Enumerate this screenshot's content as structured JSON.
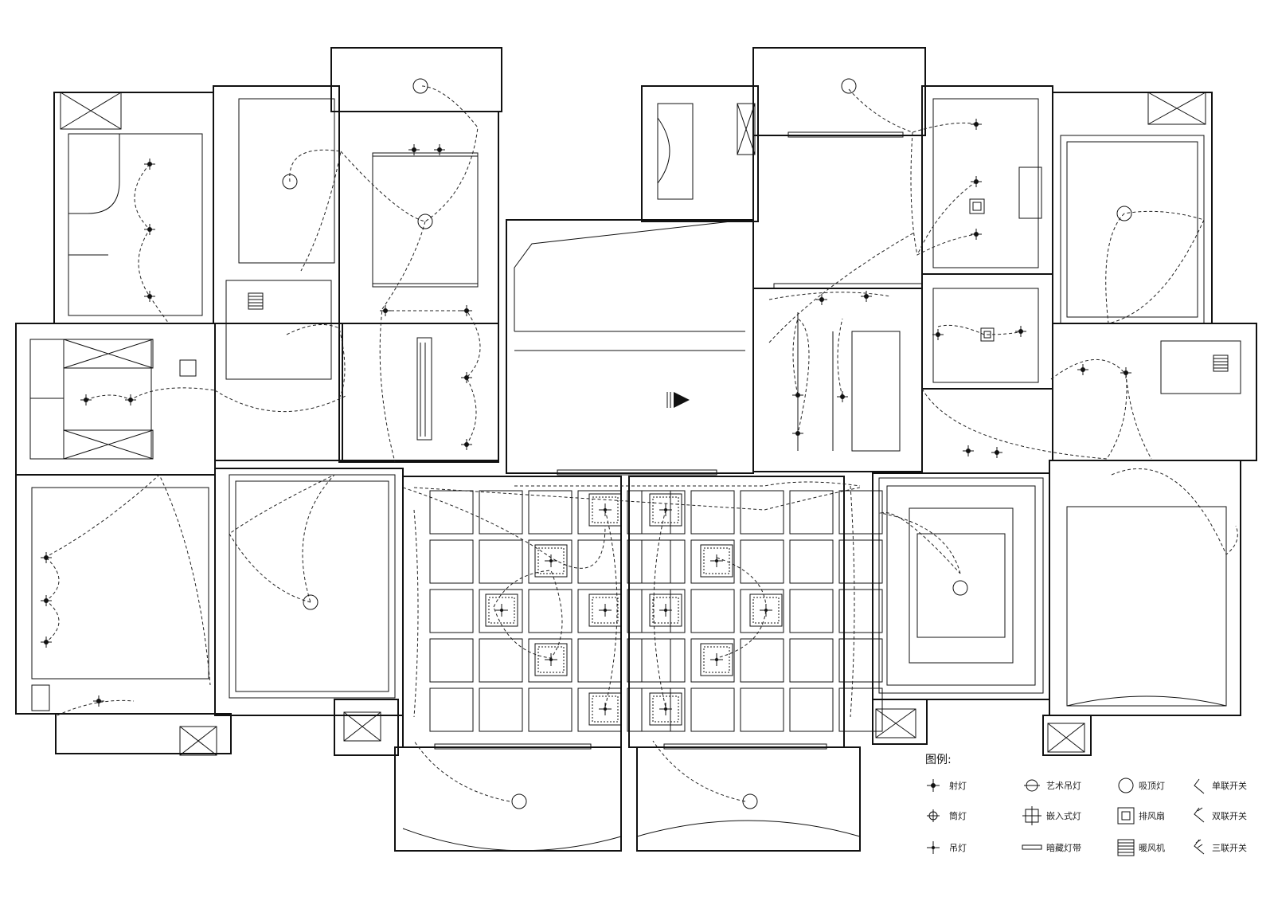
{
  "legend": {
    "title": "图例:",
    "items": [
      {
        "symbol": "cross-dot",
        "label": "射灯"
      },
      {
        "symbol": "pendant",
        "label": "艺术吊灯"
      },
      {
        "symbol": "ceiling",
        "label": "吸顶灯"
      },
      {
        "symbol": "single-switch",
        "label": "单联开关"
      },
      {
        "symbol": "downlight",
        "label": "筒灯"
      },
      {
        "symbol": "recessed",
        "label": "嵌入式灯"
      },
      {
        "symbol": "exhaust",
        "label": "排风扇"
      },
      {
        "symbol": "double-switch",
        "label": "双联开关"
      },
      {
        "symbol": "spot",
        "label": "吊灯"
      },
      {
        "symbol": "strip",
        "label": "暗藏灯带"
      },
      {
        "symbol": "vent",
        "label": "暖风机"
      },
      {
        "symbol": "triple-switch",
        "label": "三联开关"
      }
    ]
  }
}
